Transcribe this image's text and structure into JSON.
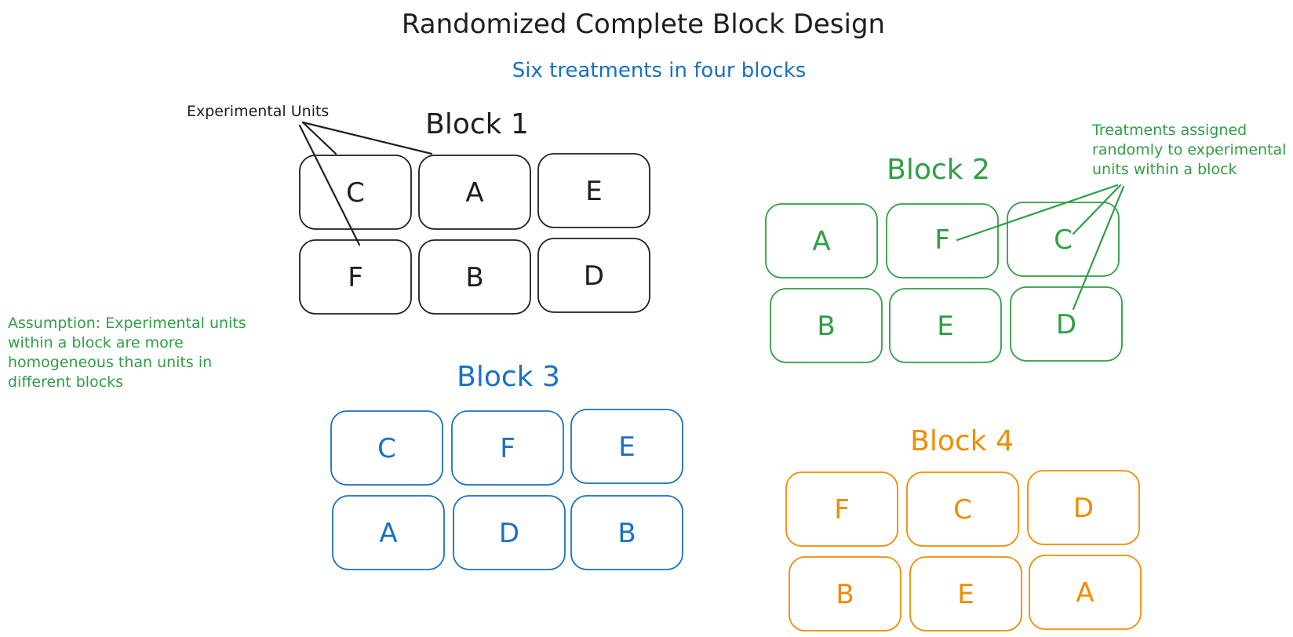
{
  "title": "Randomized Complete Block Design",
  "subtitle": "Six treatments in four blocks",
  "colors": {
    "black": "#1e1e1e",
    "green": "#2f9e44",
    "blue": "#1971c2",
    "orange": "#f08c00"
  },
  "annotations": {
    "experimental_units": "Experimental Units",
    "treatments_line1": "Treatments assigned",
    "treatments_line2": "randomly to experimental",
    "treatments_line3": "units within a block",
    "assumption_line1": "Assumption: Experimental units",
    "assumption_line2": "within a block are more",
    "assumption_line3": "homogeneous than units in",
    "assumption_line4": "different blocks"
  },
  "blocks": [
    {
      "label": "Block 1",
      "color": "black",
      "units": [
        "C",
        "A",
        "E",
        "F",
        "B",
        "D"
      ]
    },
    {
      "label": "Block 2",
      "color": "green",
      "units": [
        "A",
        "F",
        "C",
        "B",
        "E",
        "D"
      ]
    },
    {
      "label": "Block 3",
      "color": "blue",
      "units": [
        "C",
        "F",
        "E",
        "A",
        "D",
        "B"
      ]
    },
    {
      "label": "Block 4",
      "color": "orange",
      "units": [
        "F",
        "C",
        "D",
        "B",
        "E",
        "A"
      ]
    }
  ]
}
